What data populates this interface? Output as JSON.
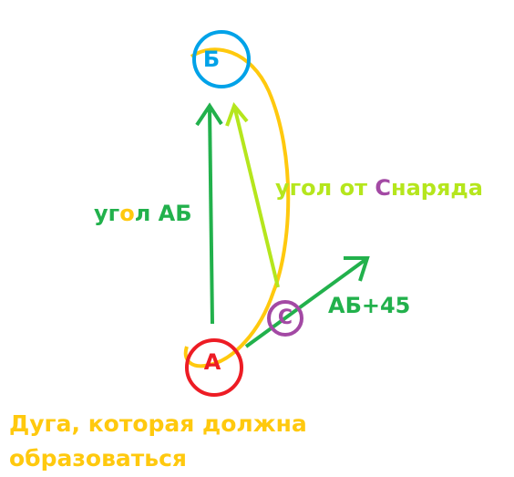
{
  "colors": {
    "green": "#22b14c",
    "lime": "#b5e61d",
    "orange": "#ffc90e",
    "red": "#ed1c24",
    "blue": "#00a2e8",
    "purple": "#a349a4"
  },
  "nodes": {
    "a": {
      "label": "А",
      "color": "#ed1c24"
    },
    "b": {
      "label": "Б",
      "color": "#00a2e8"
    },
    "c": {
      "label": "С",
      "color": "#a349a4"
    }
  },
  "labels": {
    "angle_ab": {
      "before": "уг",
      "highlight": "о",
      "after": "л АБ"
    },
    "angle_projectile": {
      "before": "угол от ",
      "highlight": "С",
      "after": "наряда"
    },
    "ab_plus_45": "АБ+45",
    "arc_caption": "Дуга, которая должна образоваться"
  }
}
